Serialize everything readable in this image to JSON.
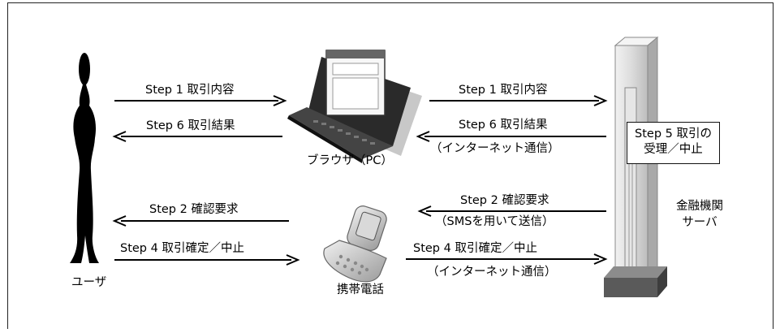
{
  "actors": {
    "user": "ユーザ",
    "browser": "ブラウザ（PC）",
    "phone": "携帯電話",
    "server_line1": "金融機関",
    "server_line2": "サーバ"
  },
  "messages": {
    "user_to_pc": "Step 1 取引内容",
    "pc_to_user": "Step 6 取引結果",
    "pc_to_server": "Step 1 取引内容",
    "server_to_pc": "Step 6 取引結果",
    "server_to_pc_note": "（インターネット通信）",
    "phone_to_user": "Step 2 確認要求",
    "user_to_phone": "Step 4 取引確定／中止",
    "server_to_phone": "Step 2 確認要求",
    "server_to_phone_note": "（SMSを用いて送信）",
    "phone_to_server": "Step 4 取引確定／中止",
    "phone_to_server_note": "（インターネット通信）"
  },
  "server_step": {
    "line1": "Step 5 取引の",
    "line2": "受理／中止"
  }
}
